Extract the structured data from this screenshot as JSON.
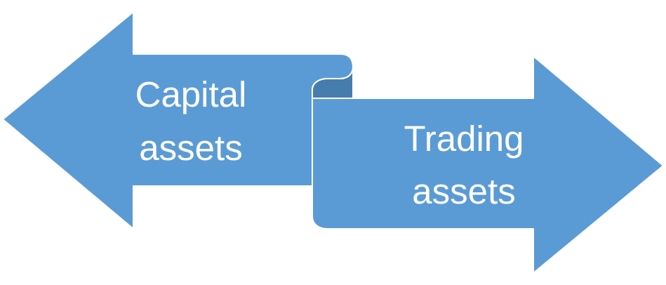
{
  "diagram": {
    "left_arrow": {
      "line1": "Capital",
      "line2": "assets"
    },
    "right_arrow": {
      "line1": "Trading",
      "line2": "assets"
    }
  },
  "colors": {
    "fill": "#5b9bd5",
    "fold_shade": "#477cae",
    "stroke": "#ffffff",
    "text": "#ffffff",
    "background": "#ffffff"
  }
}
